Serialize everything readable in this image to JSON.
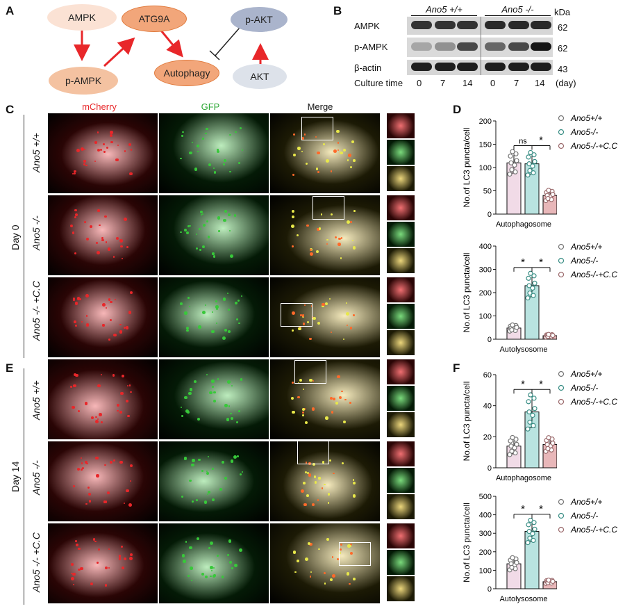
{
  "panel_letters": {
    "A": "A",
    "B": "B",
    "C": "C",
    "D": "D",
    "E": "E",
    "F": "F"
  },
  "pathway": {
    "nodes": [
      {
        "label": "AMPK",
        "color": "#fbe2d4"
      },
      {
        "label": "p-AMPK",
        "color": "#f4c2a1"
      },
      {
        "label": "ATG9A",
        "color": "#f2a67a"
      },
      {
        "label": "Autophagy",
        "color": "#f2a67a"
      },
      {
        "label": "p-AKT",
        "color": "#aab4cc"
      },
      {
        "label": "AKT",
        "color": "#dde2ea"
      }
    ],
    "arrow_color": "#e8272a"
  },
  "western": {
    "group_wt": "Ano5 +/+",
    "group_ko": "Ano5 -/-",
    "kda_label": "kDa",
    "rows": [
      {
        "label": "AMPK",
        "kda": "62"
      },
      {
        "label": "p-AMPK",
        "kda": "62"
      },
      {
        "label": "β-actin",
        "kda": "43"
      }
    ],
    "culture_time_label": "Culture time",
    "timepoints": [
      "0",
      "7",
      "14",
      "0",
      "7",
      "14"
    ],
    "unit": "(day)"
  },
  "microscopy": {
    "channels": [
      "mCherry",
      "GFP",
      "Merge"
    ],
    "channel_colors": [
      "#e8272a",
      "#2ea836",
      "#111111"
    ],
    "day0_label": "Day 0",
    "day14_label": "Day 14",
    "row_labels": [
      "Ano5 +/+",
      "Ano5 -/-",
      "Ano5 -/- +C.C"
    ]
  },
  "chart_data": [
    {
      "panel": "D",
      "type": "bar",
      "categories": [
        "Ano5+/+",
        "Ano5-/-",
        "Ano5-/-+C.C"
      ],
      "values": [
        110,
        108,
        40
      ],
      "errors": [
        22,
        22,
        10
      ],
      "ylabel": "No.of LC3 puncta/cell",
      "xlabel": "Autophagosome",
      "ylim": [
        0,
        200
      ],
      "yticks": [
        0,
        50,
        100,
        150,
        200
      ],
      "significance": [
        "ns",
        "*"
      ]
    },
    {
      "panel": "D",
      "type": "bar",
      "categories": [
        "Ano5+/+",
        "Ano5-/-",
        "Ano5-/-+C.C"
      ],
      "values": [
        48,
        230,
        15
      ],
      "errors": [
        12,
        48,
        5
      ],
      "ylabel": "No.of LC3 puncta/cell",
      "xlabel": "Autolysosome",
      "ylim": [
        0,
        400
      ],
      "yticks": [
        0,
        100,
        200,
        300,
        400
      ],
      "significance": [
        "*",
        "*"
      ]
    },
    {
      "panel": "F",
      "type": "bar",
      "categories": [
        "Ano5+/+",
        "Ano5-/-",
        "Ano5-/-+C.C"
      ],
      "values": [
        14,
        36,
        15
      ],
      "errors": [
        5,
        10,
        4
      ],
      "ylabel": "No.of LC3 puncta/cell",
      "xlabel": "Autophagosome",
      "ylim": [
        0,
        60
      ],
      "yticks": [
        0,
        20,
        40,
        60
      ],
      "significance": [
        "*",
        "*"
      ]
    },
    {
      "panel": "F",
      "type": "bar",
      "categories": [
        "Ano5+/+",
        "Ano5-/-",
        "Ano5-/-+C.C"
      ],
      "values": [
        135,
        310,
        38
      ],
      "errors": [
        30,
        55,
        8
      ],
      "ylabel": "No.of LC3 puncta/cell",
      "xlabel": "Autolysosome",
      "ylim": [
        0,
        500
      ],
      "yticks": [
        0,
        100,
        200,
        300,
        400,
        500
      ],
      "significance": [
        "*",
        "*"
      ]
    }
  ],
  "legend": {
    "entries": [
      "Ano5+/+",
      "Ano5-/-",
      "Ano5-/-+C.C"
    ],
    "colors": [
      "#f1dbe7",
      "#b9e3e0",
      "#e8b7b9"
    ]
  }
}
